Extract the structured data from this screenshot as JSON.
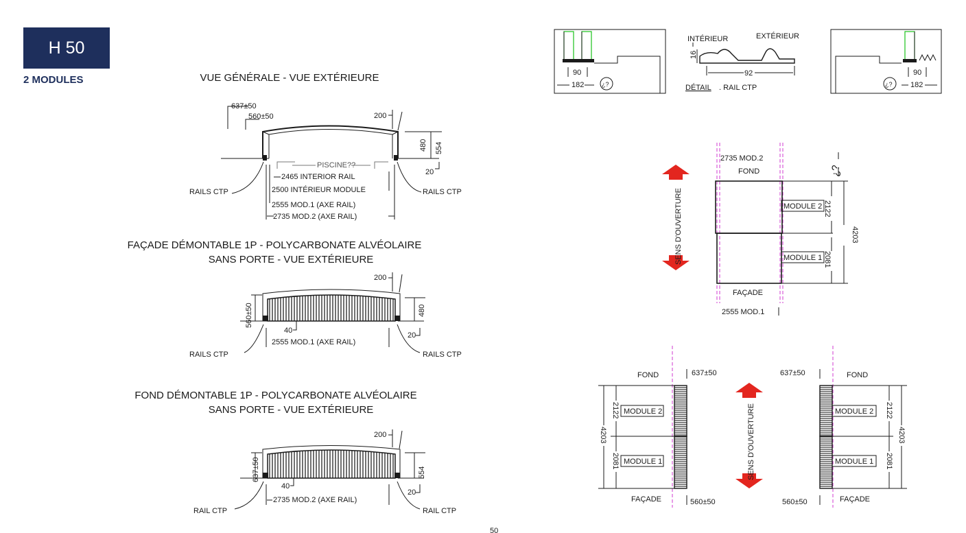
{
  "header": {
    "badge": "H 50",
    "subtitle": "2 MODULES"
  },
  "vue_generale": {
    "title": "VUE GÉNÉRALE - VUE EXTÉRIEURE",
    "dim_637": "637±50",
    "dim_560": "560±50",
    "dim_200": "200",
    "dim_480": "480",
    "dim_554": "554",
    "dim_20": "20",
    "piscine": "PISCINE??",
    "rail_2465": "2465 INTERIOR RAIL",
    "rail_2500": "2500 INTÉRIEUR MODULE",
    "mod1": "2555 MOD.1 (AXE RAIL)",
    "mod2": "2735 MOD.2 (AXE RAIL)",
    "rails_left": "RAILS CTP",
    "rails_right": "RAILS CTP"
  },
  "facade": {
    "title1": "FAÇADE DÉMONTABLE 1P - POLYCARBONATE ALVÉOLAIRE",
    "title2": "SANS PORTE - VUE EXTÉRIEURE",
    "dim_200": "200",
    "dim_560": "560±50",
    "dim_480": "480",
    "dim_40": "40",
    "dim_20": "20",
    "mod1": "2555 MOD.1 (AXE RAIL)",
    "rails_left": "RAILS CTP",
    "rails_right": "RAILS CTP"
  },
  "fond": {
    "title1": "FOND DÉMONTABLE 1P - POLYCARBONATE ALVÉOLAIRE",
    "title2": "SANS PORTE - VUE EXTÉRIEURE",
    "dim_200": "200",
    "dim_637": "637±50",
    "dim_554": "554",
    "dim_40": "40",
    "dim_20": "20",
    "mod2": "2735 MOD.2 (AXE RAIL)",
    "rail_left": "RAIL CTP",
    "rail_right": "RAIL CTP"
  },
  "detail": {
    "interieur": "INTÉRIEUR",
    "exterieur": "EXTÉRIEUR",
    "dim_16": "16",
    "dim_92": "92",
    "detail": "DÉTAIL",
    "rail": ". RAIL CTP",
    "left_90": "90",
    "left_182": "182",
    "left_q": "¿?",
    "right_90": "90",
    "right_182": "182",
    "right_q": "¿?"
  },
  "plan": {
    "top_dim": "2735 MOD.2",
    "fond": "FOND",
    "q": "¿?",
    "module2": "MODULE 2",
    "dim_2122": "2122",
    "module1": "MODULE 1",
    "dim_2081": "2081",
    "dim_4203": "4203",
    "facade": "FAÇADE",
    "bottom_dim": "2555 MOD.1",
    "sens": "SENS D'OUVERTURE"
  },
  "side_left": {
    "fond": "FOND",
    "dim_637": "637±50",
    "module2": "MODULE 2",
    "dim_2122": "2122",
    "module1": "MODULE 1",
    "dim_2081": "2081",
    "dim_4203": "4203",
    "facade": "FAÇADE",
    "dim_560": "560±50"
  },
  "side_right": {
    "fond": "FOND",
    "dim_637": "637±50",
    "module2": "MODULE 2",
    "dim_2122": "2122",
    "module1": "MODULE 1",
    "dim_2081": "2081",
    "dim_4203": "4203",
    "facade": "FAÇADE",
    "dim_560": "560±50"
  },
  "sens_mid": "SENS D'OUVERTURE",
  "page_number": "50",
  "colors": {
    "navy": "#1e2f5c",
    "arrow": "#e3261f",
    "magenta": "#d03ad0",
    "green": "#19c119"
  }
}
